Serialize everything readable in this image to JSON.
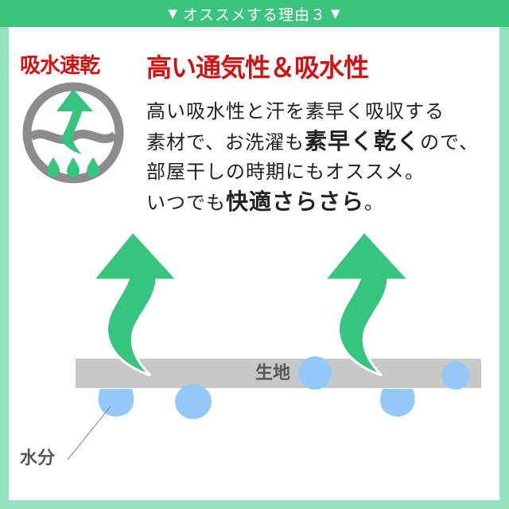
{
  "header": {
    "left_marker": "▼",
    "title": "オススメする理由３",
    "right_marker": "▼"
  },
  "panel": {
    "tag": "吸水速乾",
    "headline": "高い通気性＆吸水性",
    "icon": "quick-dry-icon",
    "body": {
      "line1": "高い吸水性と汗を素早く吸収する",
      "line2_pre": "素材で、お洗濯も",
      "line2_bold": "素早く乾く",
      "line2_post": "ので、",
      "line3": "部屋干しの時期にもオススメ。",
      "line4_pre": "いつでも",
      "line4_bold": "快適さらさら",
      "line4_post": "。"
    },
    "diagram": {
      "fabric_label": "生地",
      "water_label": "水分"
    }
  },
  "colors": {
    "header_green": "#3cc47e",
    "border_mint": "#96e0c0",
    "accent_red": "#d11212",
    "arrow_green": "#36c47e",
    "fabric_gray": "#c8c8c8",
    "drop_blue": "#94c8f8",
    "icon_gray": "#8c8c8c"
  }
}
